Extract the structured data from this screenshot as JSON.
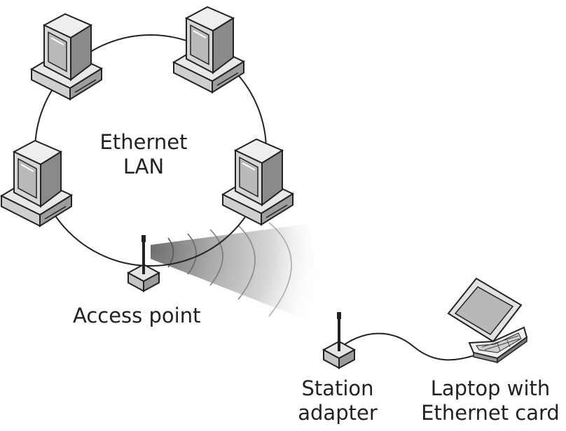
{
  "labels": {
    "lan_line1": "Ethernet",
    "lan_line2": "LAN",
    "access_point": "Access point",
    "station_line1": "Station",
    "station_line2": "adapter",
    "laptop_line1": "Laptop with",
    "laptop_line2": "Ethernet card"
  },
  "nodes": [
    {
      "kind": "computer-icon"
    },
    {
      "kind": "computer-icon"
    },
    {
      "kind": "computer-icon"
    },
    {
      "kind": "computer-icon"
    },
    {
      "kind": "access-point-icon"
    },
    {
      "kind": "station-adapter-icon"
    },
    {
      "kind": "laptop-icon"
    }
  ],
  "colors": {
    "line": "#222222",
    "signal": "#9a9a9a"
  }
}
